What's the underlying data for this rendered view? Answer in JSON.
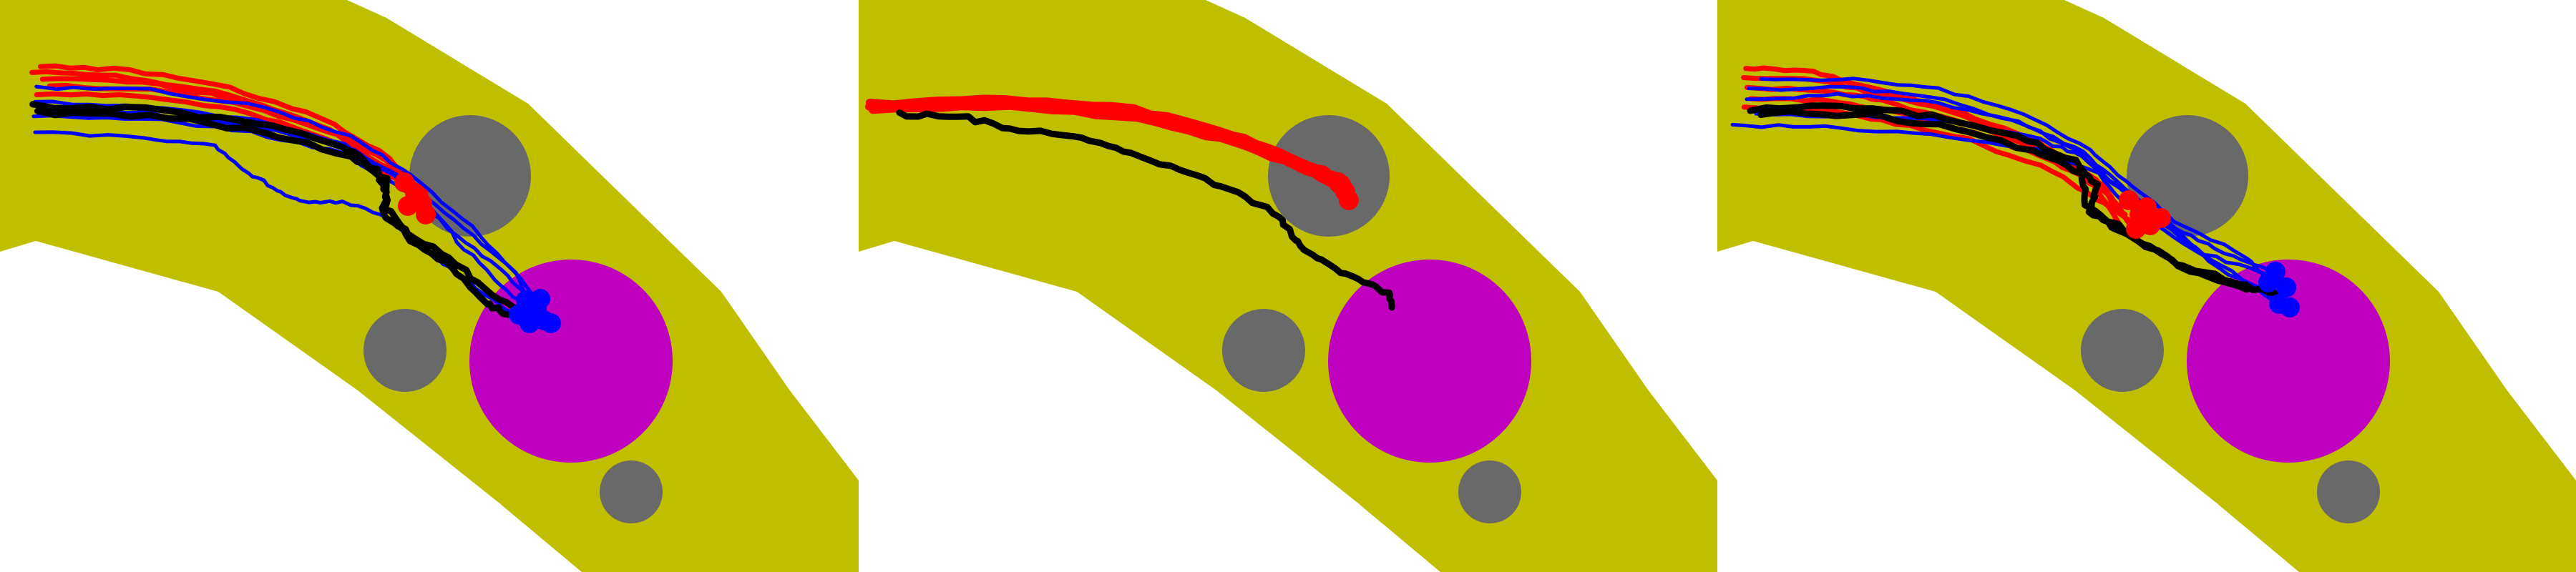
{
  "colors": {
    "background": "#ffffff",
    "corridor": "#bfbf00",
    "obstacle": "#696969",
    "goal": "#bf00bf",
    "series_red": "#ff0000",
    "series_blue": "#0000ff",
    "series_black": "#000000"
  },
  "panels": [
    {
      "id": "panel-1",
      "series": [
        "red",
        "blue",
        "black"
      ]
    },
    {
      "id": "panel-2",
      "series": [
        "red",
        "black"
      ]
    },
    {
      "id": "panel-3",
      "series": [
        "red",
        "blue",
        "black"
      ]
    }
  ]
}
